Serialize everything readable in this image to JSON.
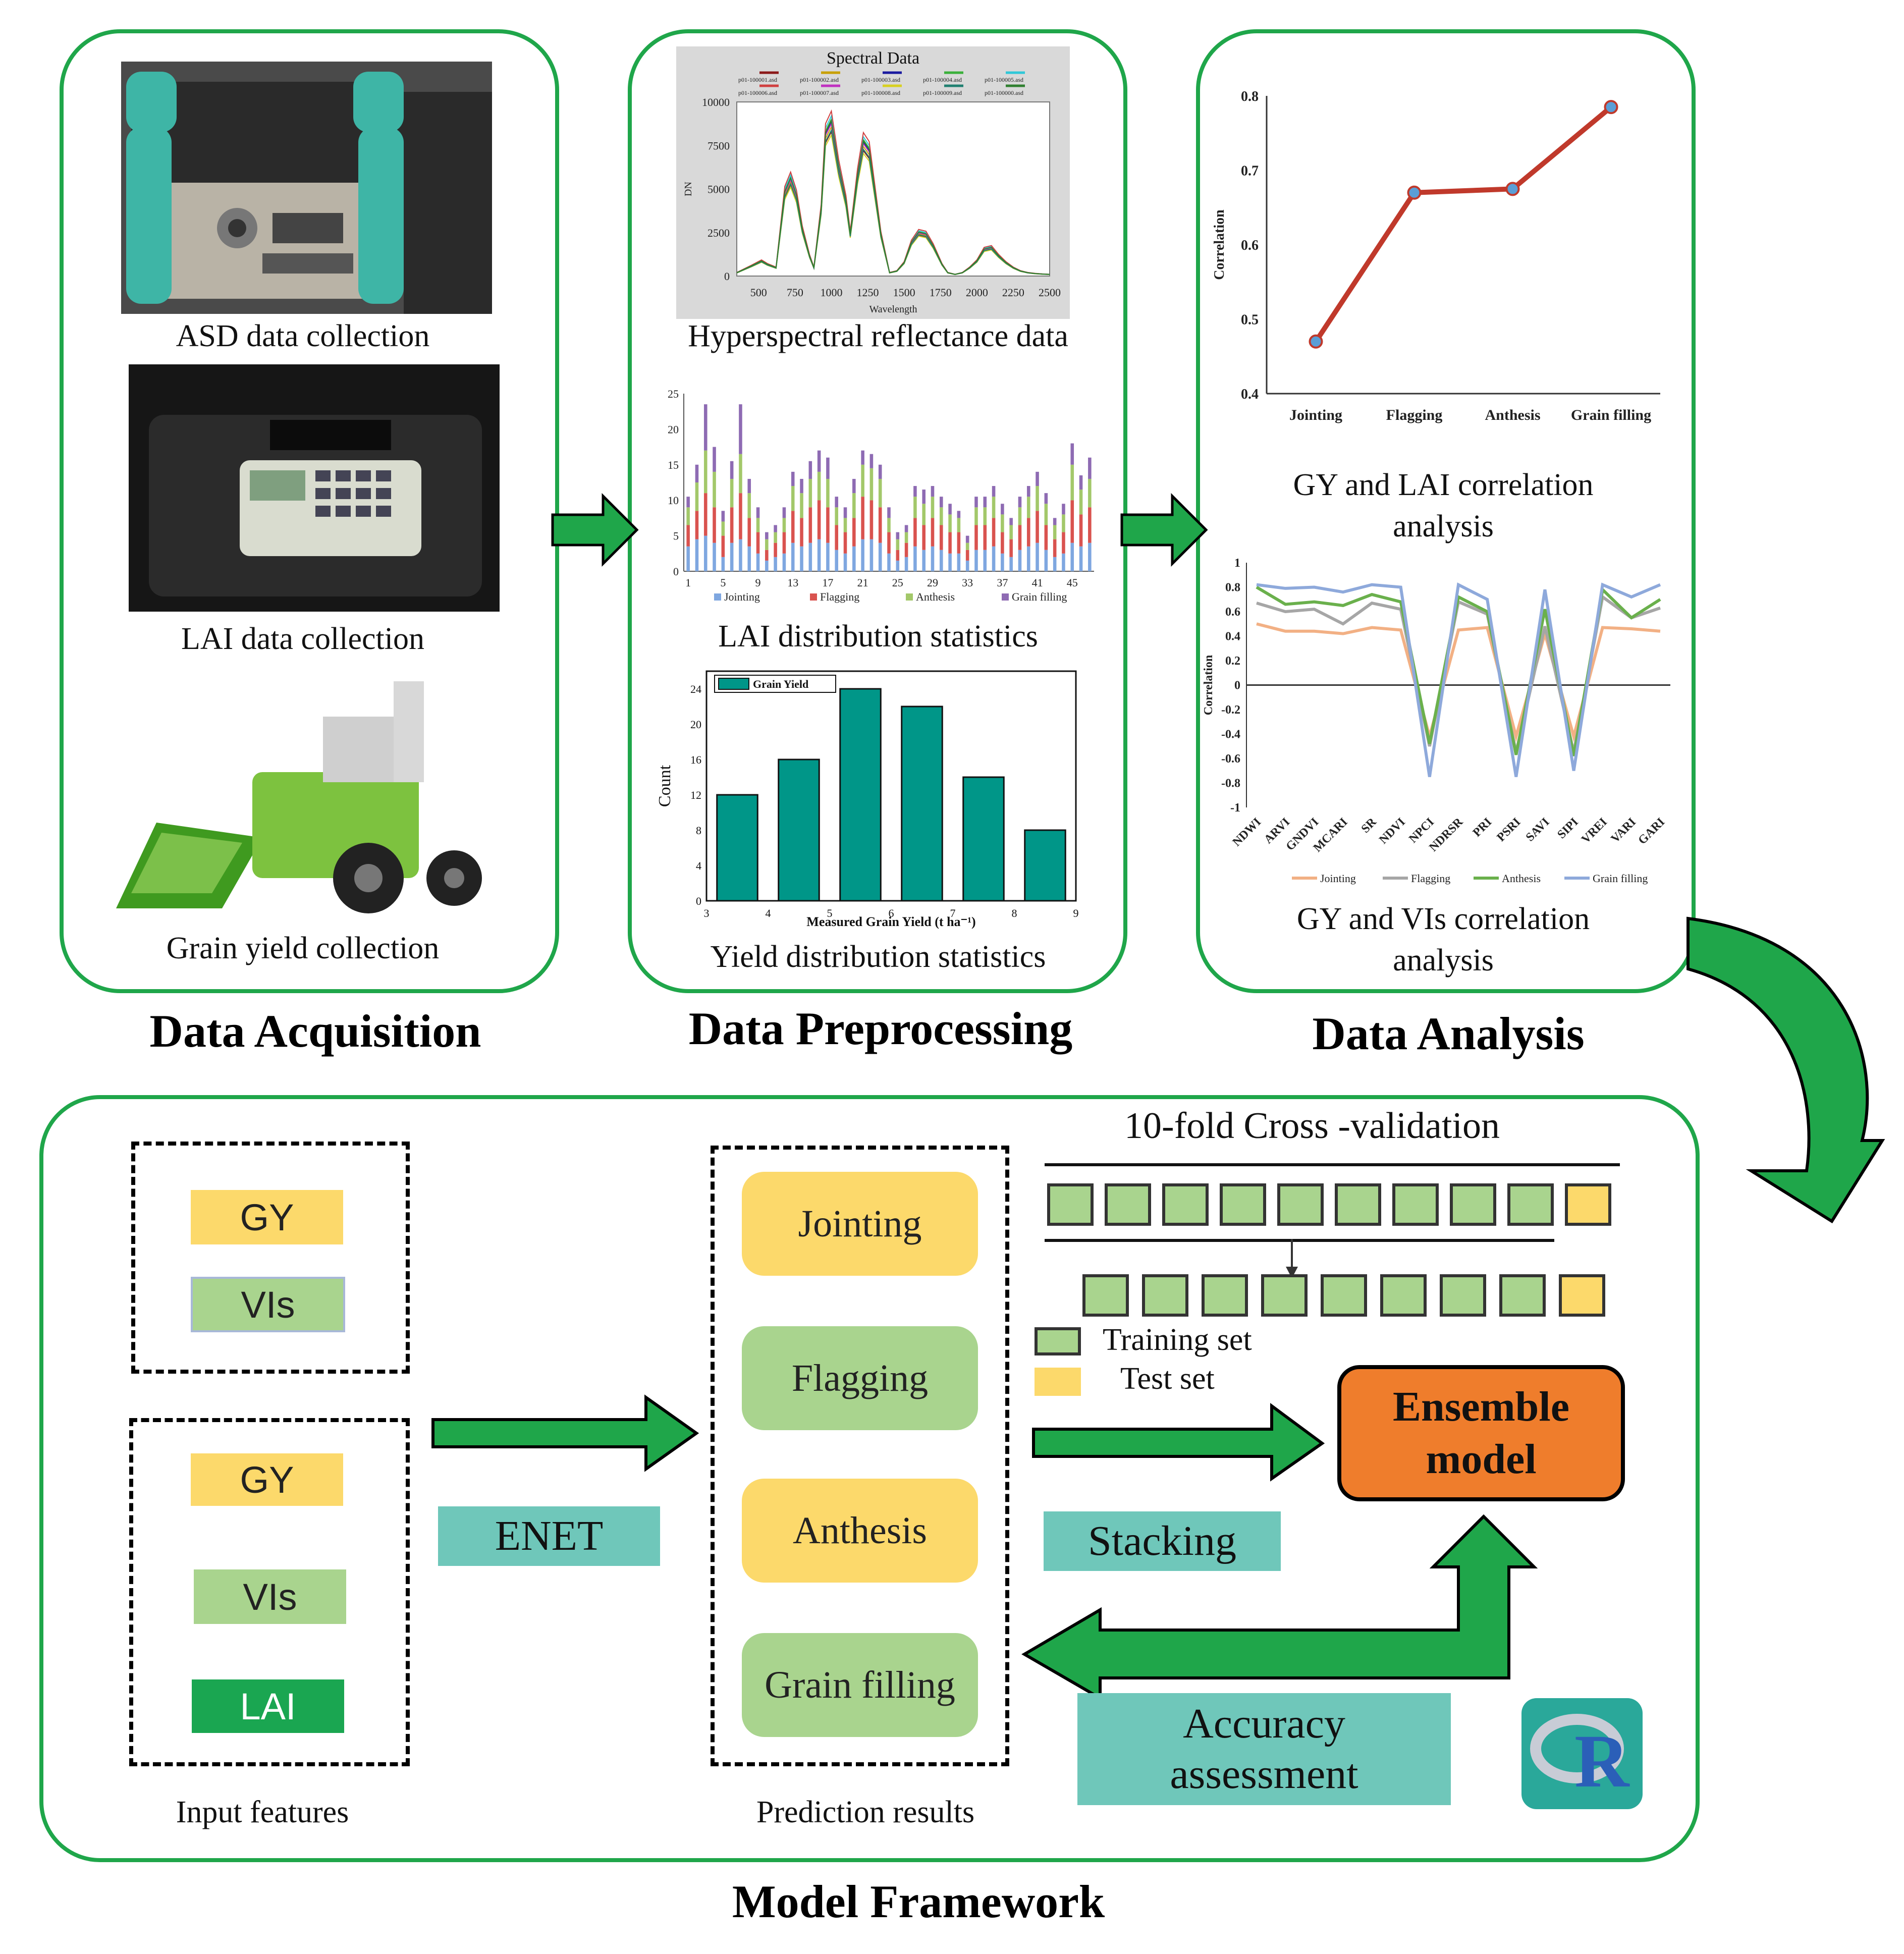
{
  "colors": {
    "panel_border": "#1fa64a",
    "arrow_green": "#1fa64a",
    "yellow": "#fcd96b",
    "light_green": "#a9d48e",
    "dark_green": "#1aa651",
    "teal": "#6fc7ba",
    "orange": "#ef7d2c",
    "r_logo": "#2aa89a"
  },
  "acquisition": {
    "title": "Data Acquisition",
    "captions": {
      "asd": "ASD data collection",
      "lai": "LAI data collection",
      "grain": "Grain yield collection"
    },
    "photo_asd_icon": "asd-spectroradiometer-photo",
    "photo_lai_icon": "lai-meter-case-photo",
    "photo_combine_icon": "combine-harvester-photo"
  },
  "preprocessing": {
    "title": "Data Preprocessing",
    "captions": {
      "spectral": "Hyperspectral reflectance data",
      "lai": "LAI distribution statistics",
      "yield": "Yield distribution statistics"
    }
  },
  "analysis": {
    "title": "Data Analysis",
    "captions": {
      "lai_corr": "GY and LAI correlation analysis",
      "vi_corr": "GY and VIs correlation analysis"
    }
  },
  "framework": {
    "title": "Model Framework",
    "input_box1": {
      "gy": "GY",
      "vis": "VIs"
    },
    "input_box2": {
      "gy": "GY",
      "vis": "VIs",
      "lai": "LAI"
    },
    "input_caption": "Input features",
    "enet": "ENET",
    "stages": [
      "Jointing",
      "Flagging",
      "Anthesis",
      "Grain filling"
    ],
    "prediction_caption": "Prediction results",
    "cv_title": "10-fold Cross -validation",
    "training_label": "Training set",
    "test_label": "Test set",
    "ensemble_line1": "Ensemble",
    "ensemble_line2": "model",
    "stacking": "Stacking",
    "accuracy_line1": "Accuracy",
    "accuracy_line2": "assessment",
    "r_logo_letter": "R"
  },
  "chart_data": [
    {
      "type": "line",
      "title": "Spectral Data",
      "xlabel": "Wavelength",
      "ylabel": "DN",
      "xlim": [
        350,
        2500
      ],
      "ylim": [
        0,
        10000
      ],
      "x_ticks": [
        "500",
        "750",
        "1000",
        "1250",
        "1500",
        "1750",
        "2000",
        "2250",
        "2500"
      ],
      "y_ticks": [
        "0",
        "2500",
        "5000",
        "7500",
        "10000"
      ],
      "legend": [
        "p01-100001.asd",
        "p01-100002.asd",
        "p01-100003.asd",
        "p01-100004.asd",
        "p01-100005.asd",
        "p01-100006.asd",
        "p01-100007.asd",
        "p01-100008.asd",
        "p01-100009.asd",
        "p01-100000.asd"
      ],
      "series_colors": [
        "#8b1a1a",
        "#c8a000",
        "#1a1aa0",
        "#3ab03a",
        "#30c8d8",
        "#d04040",
        "#c030c0",
        "#d8d020",
        "#208070",
        "#308030"
      ],
      "x": [
        350,
        450,
        520,
        560,
        620,
        680,
        720,
        760,
        800,
        850,
        880,
        930,
        960,
        1000,
        1050,
        1100,
        1130,
        1180,
        1220,
        1260,
        1300,
        1340,
        1400,
        1450,
        1500,
        1550,
        1600,
        1650,
        1700,
        1760,
        1800,
        1850,
        1900,
        1950,
        2000,
        2050,
        2100,
        2150,
        2200,
        2250,
        2300,
        2350,
        2400,
        2450,
        2500
      ],
      "values": [
        200,
        600,
        900,
        700,
        500,
        5000,
        5800,
        4800,
        2800,
        1200,
        500,
        4000,
        8500,
        9200,
        6500,
        4500,
        2500,
        6000,
        8000,
        7500,
        5000,
        2500,
        200,
        300,
        800,
        2000,
        2600,
        2500,
        1800,
        700,
        200,
        100,
        200,
        500,
        900,
        1600,
        1700,
        1200,
        800,
        500,
        300,
        200,
        150,
        120,
        100
      ]
    },
    {
      "type": "bar",
      "title": "",
      "stacked": true,
      "x_ticks": [
        "1",
        "5",
        "9",
        "13",
        "17",
        "21",
        "25",
        "29",
        "33",
        "37",
        "41",
        "45"
      ],
      "y_ticks": [
        "0",
        "5",
        "10",
        "15",
        "20",
        "25"
      ],
      "ylim": [
        0,
        25
      ],
      "series": [
        {
          "name": "Jointing",
          "color": "#7fa7e0",
          "values": [
            3.5,
            4.5,
            5,
            4,
            2,
            4,
            4.5,
            3.5,
            2.5,
            1.5,
            2,
            2.5,
            4,
            3.5,
            4,
            4.5,
            4,
            3,
            2.5,
            3.5,
            4.5,
            4.5,
            4,
            2.5,
            1.5,
            2,
            3.5,
            3,
            3.5,
            3,
            2.5,
            2.5,
            1.5,
            3,
            3,
            3.5,
            2.5,
            2,
            3,
            3.5,
            4,
            3,
            2,
            2.5,
            4,
            3.5,
            4
          ]
        },
        {
          "name": "Flagging",
          "color": "#d9534f",
          "values": [
            3,
            4,
            6,
            5,
            3,
            5,
            6.5,
            4,
            3,
            1.5,
            2,
            3,
            4.5,
            4,
            5,
            5.5,
            5,
            3.5,
            3,
            4,
            6,
            5.5,
            5,
            3,
            1.5,
            2,
            4,
            3.5,
            4,
            3.5,
            3,
            3,
            1.5,
            3.5,
            3.5,
            4,
            3,
            2.5,
            3.5,
            4,
            4.5,
            3.5,
            2.5,
            3,
            6,
            4.5,
            5
          ]
        },
        {
          "name": "Anthesis",
          "color": "#a3c86a",
          "values": [
            2.5,
            4,
            6,
            5,
            2,
            4,
            5.5,
            3.5,
            2,
            1.5,
            1.5,
            2,
            3.5,
            3.5,
            4,
            4,
            4,
            2.5,
            2,
            3.5,
            4.5,
            4.5,
            4,
            2,
            1.5,
            1.5,
            3,
            3,
            3,
            2.5,
            2.5,
            2,
            1,
            2.5,
            2.5,
            3,
            2.5,
            2,
            2.5,
            3,
            3.5,
            3,
            2,
            2.5,
            5,
            3.5,
            4
          ]
        },
        {
          "name": "Grain filling",
          "color": "#8e6bb3",
          "values": [
            1.5,
            2.5,
            6.5,
            3.5,
            1.5,
            2.5,
            7,
            2,
            1.5,
            1,
            1,
            1.5,
            2,
            2,
            2.5,
            3,
            3,
            1.5,
            1.5,
            2,
            2,
            2,
            2,
            1.5,
            1,
            1,
            1.5,
            2,
            1.5,
            1.5,
            1.5,
            1,
            1,
            1.5,
            1.5,
            1.5,
            1.5,
            1,
            1.5,
            1.5,
            2,
            1.5,
            1,
            1.5,
            3,
            2,
            3
          ]
        }
      ]
    },
    {
      "type": "bar",
      "title": "",
      "xlabel": "Measured Grain Yield (t ha⁻¹)",
      "ylabel": "Count",
      "legend": [
        "Grain Yield"
      ],
      "color": "#009688",
      "xlim": [
        3,
        9
      ],
      "ylim": [
        0,
        26
      ],
      "x_ticks": [
        "3",
        "4",
        "5",
        "6",
        "7",
        "8",
        "9"
      ],
      "y_ticks": [
        "0",
        "4",
        "8",
        "12",
        "16",
        "20",
        "24"
      ],
      "bin_centers": [
        3.5,
        4.5,
        5.5,
        6.5,
        7.5,
        8.5
      ],
      "values": [
        12,
        16,
        24,
        22,
        14,
        8
      ]
    },
    {
      "type": "line",
      "title": "",
      "ylabel": "Correlation",
      "categories": [
        "Jointing",
        "Flagging",
        "Anthesis",
        "Grain filling"
      ],
      "values": [
        0.47,
        0.67,
        0.675,
        0.785
      ],
      "ylim": [
        0.4,
        0.8
      ],
      "y_ticks": [
        "0.4",
        "0.5",
        "0.6",
        "0.7",
        "0.8"
      ],
      "line_color": "#c0392b",
      "marker_color": "#5a9ed6"
    },
    {
      "type": "line",
      "title": "",
      "ylabel": "Correlation",
      "categories": [
        "NDWI",
        "ARVI",
        "GNDVI",
        "MCARI",
        "SR",
        "NDVI",
        "NPCI",
        "NDRSR",
        "PRI",
        "PSRI",
        "SAVI",
        "SIPI",
        "VREI",
        "VARI",
        "GARI"
      ],
      "ylim": [
        -1,
        1
      ],
      "y_ticks": [
        "1",
        "0.8",
        "0.6",
        "0.4",
        "0.2",
        "0",
        "-0.2",
        "-0.4",
        "-0.6",
        "-0.8",
        "-1"
      ],
      "series": [
        {
          "name": "Jointing",
          "color": "#f2b084",
          "values": [
            0.5,
            0.44,
            0.44,
            0.42,
            0.47,
            0.45,
            -0.42,
            0.45,
            0.47,
            -0.42,
            0.42,
            -0.42,
            0.47,
            0.46,
            0.44
          ]
        },
        {
          "name": "Flagging",
          "color": "#a6a6a6",
          "values": [
            0.67,
            0.6,
            0.62,
            0.5,
            0.67,
            0.62,
            -0.5,
            0.68,
            0.58,
            -0.55,
            0.48,
            -0.55,
            0.72,
            0.55,
            0.63
          ]
        },
        {
          "name": "Anthesis",
          "color": "#6ab04c",
          "values": [
            0.8,
            0.66,
            0.68,
            0.65,
            0.74,
            0.68,
            -0.48,
            0.72,
            0.6,
            -0.57,
            0.62,
            -0.58,
            0.78,
            0.55,
            0.7
          ]
        },
        {
          "name": "Grain filling",
          "color": "#8ea9db",
          "values": [
            0.82,
            0.79,
            0.8,
            0.76,
            0.82,
            0.8,
            -0.75,
            0.82,
            0.7,
            -0.75,
            0.78,
            -0.7,
            0.82,
            0.72,
            0.82
          ]
        }
      ]
    }
  ]
}
